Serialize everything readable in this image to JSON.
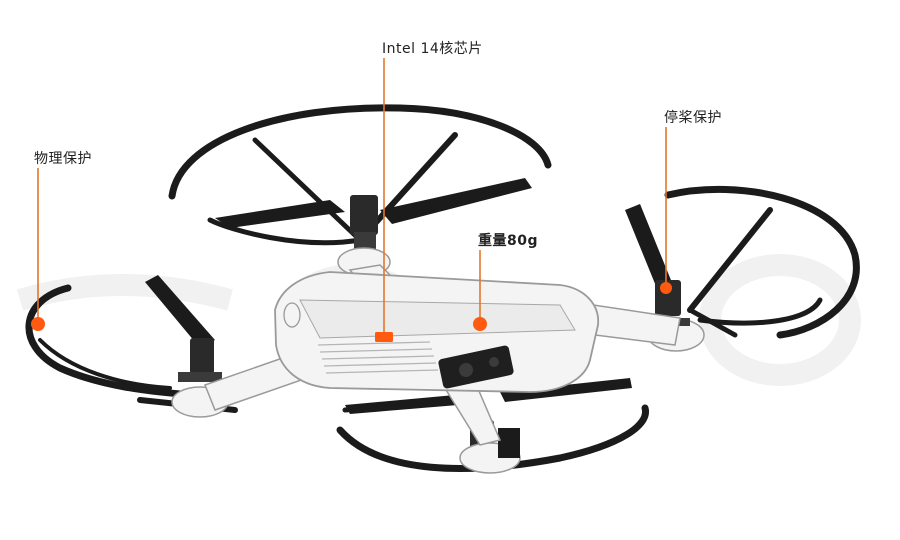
{
  "callouts": {
    "chip": "Intel 14核芯片",
    "physical_protection": "物理保护",
    "stop_protection": "停桨保护",
    "weight": "重量80g"
  },
  "colors": {
    "leader_line": "#e0782a",
    "marker": "#ff5a10",
    "guard": "#1b1b1b",
    "body_outline": "#9a9a9a",
    "body_fill": "#f4f4f4",
    "watermark": "#f1f1f1"
  },
  "icons": {
    "drone": "quadcopter-illustration"
  }
}
